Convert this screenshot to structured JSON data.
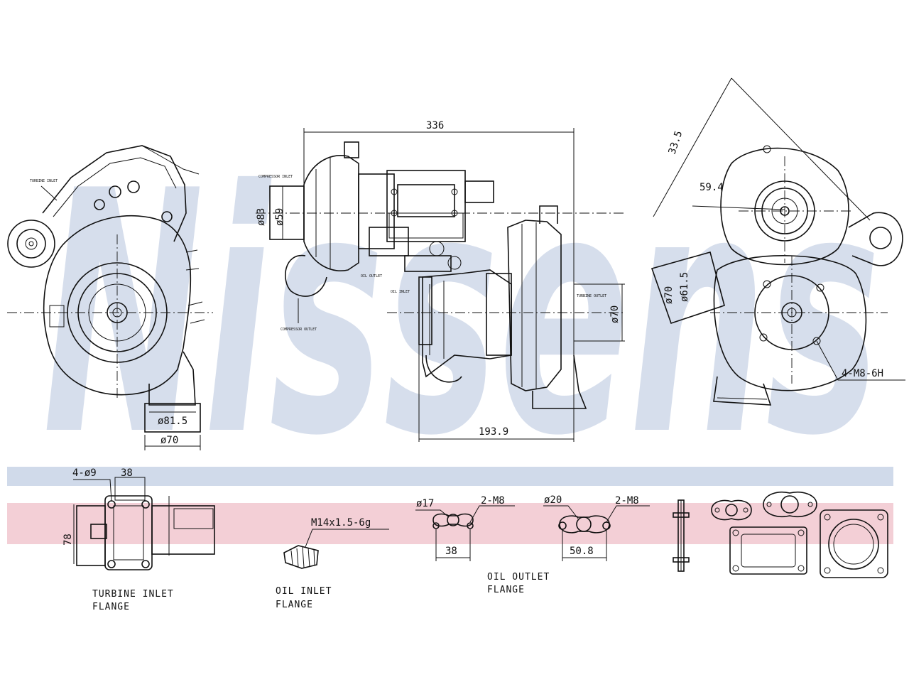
{
  "brand": {
    "watermark": "Nissens",
    "watermark_color": "#c9d3e6",
    "band_blue_color": "#d0daea",
    "band_pink_color": "#f3cfd6"
  },
  "dimensions": {
    "overall_length": "336",
    "outlet_offset": "193.9",
    "compressor_inlet_outer": "ø83",
    "compressor_inlet_inner": "ø59",
    "compressor_outlet": "ø70",
    "turbine_outlet_outer": "ø81.5",
    "turbine_outlet_inner": "ø70",
    "right_inlet_outer": "ø61.5",
    "right_inlet_inner": "ø70",
    "angle_large": "33.5",
    "angle_small": "59.4",
    "mounting_studs": "4-M8-6H"
  },
  "small_labels": {
    "turbine_inlet_tiny": "TURBINE INLET",
    "compressor_inlet_tiny": "COMPRESSOR INLET",
    "compressor_outlet_tiny": "COMPRESSOR OUTLET",
    "turbine_outlet_tiny": "TURBINE OUTLET",
    "oil_inlet_tiny": "OIL INLET",
    "oil_outlet_tiny": "OIL OUTLET"
  },
  "flanges": {
    "turbine_inlet": {
      "holes": "4-ø9",
      "spacing": "38",
      "height": "78",
      "caption_line1": "TURBINE INLET",
      "caption_line2": "FLANGE"
    },
    "oil_inlet": {
      "thread": "M14x1.5-6g",
      "caption_line1": "OIL INLET",
      "caption_line2": "FLANGE"
    },
    "oil_outlet": {
      "left_bore": "ø17",
      "left_threads": "2-M8",
      "left_spacing": "38",
      "right_bore": "ø20",
      "right_threads": "2-M8",
      "right_spacing": "50.8",
      "caption_line1": "OIL OUTLET",
      "caption_line2": "FLANGE"
    }
  }
}
